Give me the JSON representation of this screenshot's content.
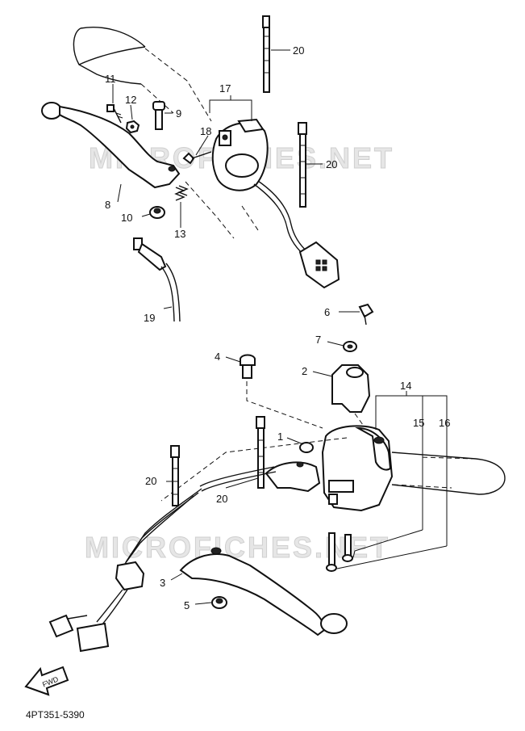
{
  "watermarks": [
    "MICROFICHES.NET",
    "MICROFICHES.NET"
  ],
  "callouts": {
    "c1": "1",
    "c2": "2",
    "c3": "3",
    "c4": "4",
    "c5": "5",
    "c6": "6",
    "c7": "7",
    "c8": "8",
    "c9": "9",
    "c10": "10",
    "c11": "11",
    "c12": "12",
    "c13": "13",
    "c14": "14",
    "c15": "15",
    "c16": "16",
    "c17": "17",
    "c18": "18",
    "c19": "19",
    "c20a": "20",
    "c20b": "20",
    "c20c": "20",
    "c20d": "20"
  },
  "fwd_label": "FWD",
  "diagram_code": "4PT351-5390"
}
